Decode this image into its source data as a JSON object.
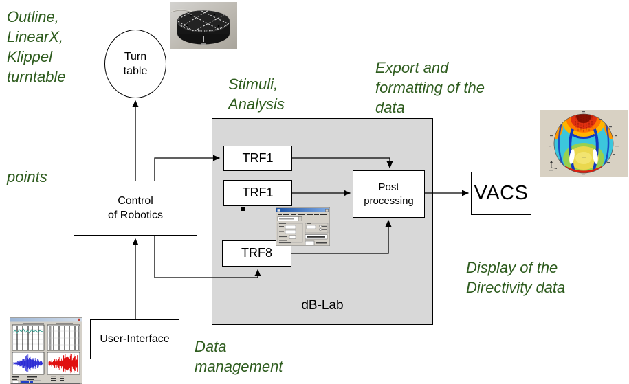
{
  "colors": {
    "annotation_green": "#2e5c1e",
    "dblab_gray": "#d8d8d8",
    "line_black": "#000000"
  },
  "annotations": {
    "turntable_hardware": "Outline,\nLinearX,\nKlippel\nturntable",
    "points": "points",
    "stimuli": "Stimuli,\nAnalysis",
    "export": "Export and\nformatting of the\ndata",
    "display": "Display of the\nDirectivity data",
    "data_management": "Data\nmanagement"
  },
  "nodes": {
    "turn_table": "Turn\ntable",
    "control": "Control\nof Robotics",
    "user_interface": "User-Interface",
    "trf1_top": "TRF1",
    "trf1_mid": "TRF1",
    "trf8": "TRF8",
    "post_processing": "Post\nprocessing",
    "vacs": "VACS",
    "dblab": "dB-Lab"
  }
}
